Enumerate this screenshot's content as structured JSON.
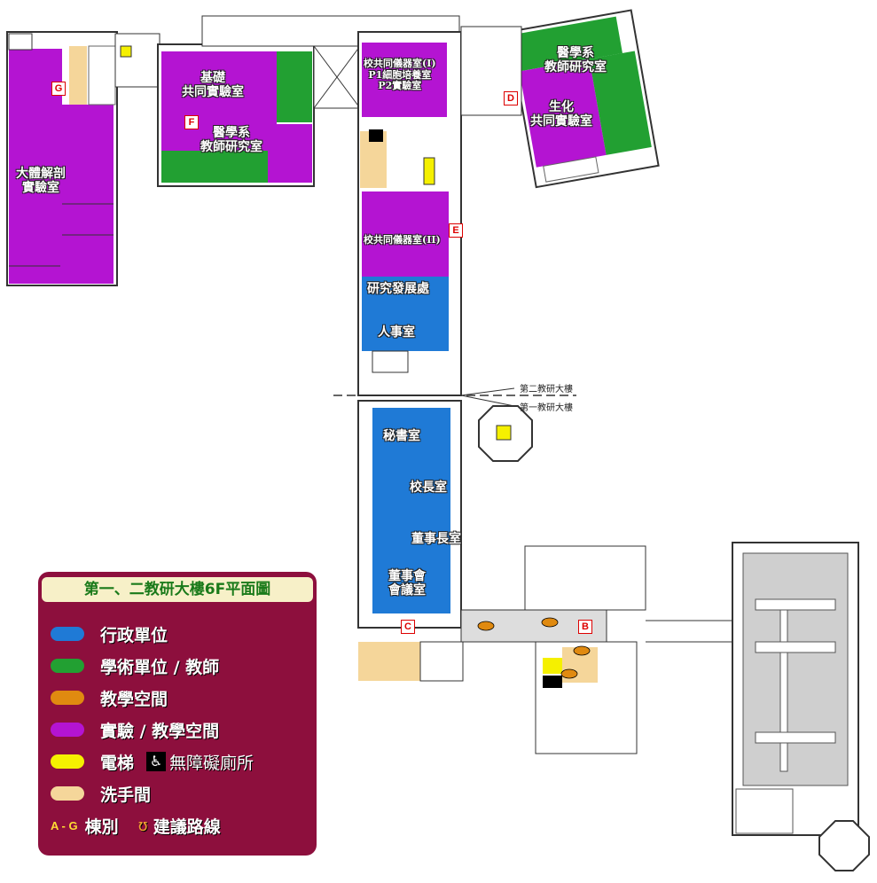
{
  "map": {
    "divider_labels": [
      "第二教研大樓",
      "第一教研大樓"
    ],
    "rooms": [
      {
        "label": "大體解剖\n實驗室",
        "color": "#ffffff"
      },
      {
        "label": "基礎\n共同實驗室",
        "color": "#ffffff"
      },
      {
        "label": "醫學系\n教師研究室",
        "color": "#ffffff"
      },
      {
        "label": "校共同儀器室(I)\nP1細胞培養室\nP2實驗室",
        "color": "#ffffff"
      },
      {
        "label": "醫學系\n教師研究室",
        "color": "#ffffff"
      },
      {
        "label": "生化\n共同實驗室",
        "color": "#ffffff"
      },
      {
        "label": "校共同儀器室(II)",
        "color": "#ffffff"
      },
      {
        "label": "研究發展處",
        "color": "#ffffff"
      },
      {
        "label": "人事室",
        "color": "#ffffff"
      },
      {
        "label": "秘書室",
        "color": "#ffffff"
      },
      {
        "label": "校長室",
        "color": "#ffffff"
      },
      {
        "label": "董事長室",
        "color": "#ffffff"
      },
      {
        "label": "董事會\n會議室",
        "color": "#ffffff"
      }
    ],
    "building_tags": [
      "G",
      "F",
      "D",
      "E",
      "C",
      "B"
    ],
    "colors": {
      "admin": "#1f7ad6",
      "academic": "#22a032",
      "teaching": "#e08a10",
      "lab": "#b414d2",
      "elevator": "#f5f000",
      "restroom": "#f5d69a",
      "legend_bg": "#8d0f3d"
    }
  },
  "legend": {
    "title": "第一、二教研大樓6F平面圖",
    "items": [
      {
        "label": "行政單位",
        "swatch": "#1f7ad6"
      },
      {
        "label": "學術單位 / 教師",
        "swatch": "#22a032"
      },
      {
        "label": "教學空間",
        "swatch": "#e08a10"
      },
      {
        "label": "實驗 / 教學空間",
        "swatch": "#b414d2"
      },
      {
        "label": "電梯",
        "swatch": "#f5f000",
        "extra_icon": "wheelchair-icon",
        "extra_label": "無障礙廁所"
      },
      {
        "label": "洗手間",
        "swatch": "#f5d69a"
      },
      {
        "label": "棟別",
        "prefix": "A - G",
        "extra_icon": "footprints-icon",
        "extra_label": "建議路線"
      }
    ]
  }
}
